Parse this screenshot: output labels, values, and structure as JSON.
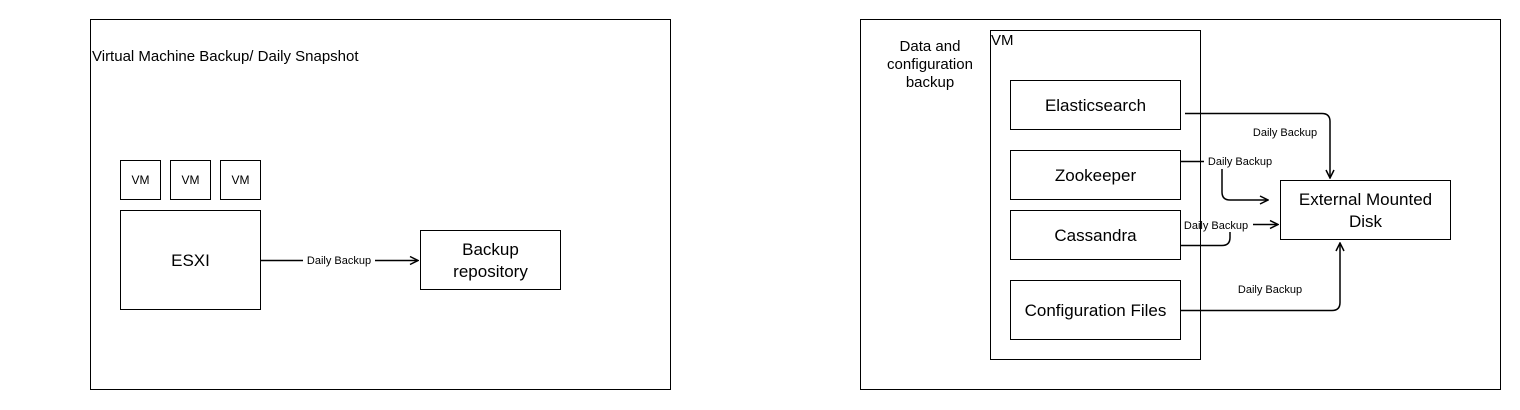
{
  "left_panel": {
    "title": "Virtual Machine Backup/ Daily Snapshot",
    "vms": [
      "VM",
      "VM",
      "VM"
    ],
    "host": "ESXI",
    "edge_label": "Daily Backup",
    "repository_line1": "Backup",
    "repository_line2": "repository"
  },
  "right_panel": {
    "side_label_line1": "Data and",
    "side_label_line2": "configuration",
    "side_label_line3": "backup",
    "vm_label": "VM",
    "services": [
      "Elasticsearch",
      "Zookeeper",
      "Cassandra",
      "Configuration Files"
    ],
    "target_line1": "External Mounted",
    "target_line2": "Disk",
    "edge_labels": [
      "Daily Backup",
      "Daily Backup",
      "Daily Backup",
      "Daily Backup"
    ]
  },
  "colors": {
    "stroke": "#000000",
    "background": "#ffffff"
  }
}
